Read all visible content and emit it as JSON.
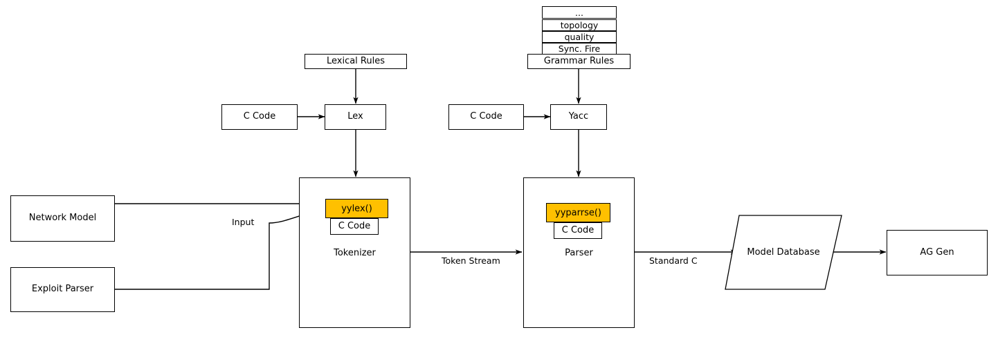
{
  "diagram": {
    "title": "Lex/Yacc based network model tokenizer and parser pipeline",
    "accent_color": "#FFC000",
    "line_color": "#000000",
    "background": "#FFFFFF"
  },
  "stack": {
    "items": [
      {
        "label": "..."
      },
      {
        "label": "topology"
      },
      {
        "label": "quality"
      },
      {
        "label": "Sync. Fire"
      }
    ]
  },
  "nodes": {
    "lexical_rules": {
      "label": "Lexical Rules"
    },
    "grammar_rules": {
      "label": "Grammar Rules"
    },
    "c_code_lex": {
      "label": "C Code"
    },
    "c_code_yacc": {
      "label": "C Code"
    },
    "lex": {
      "label": "Lex"
    },
    "yacc": {
      "label": "Yacc"
    },
    "network_model": {
      "label": "Network Model"
    },
    "exploit_parser": {
      "label": "Exploit Parser"
    },
    "tokenizer": {
      "label": "Tokenizer"
    },
    "parser": {
      "label": "Parser"
    },
    "yylex": {
      "label": "yylex()"
    },
    "yylex_c_code": {
      "label": "C Code"
    },
    "yyparse": {
      "label": "yyparrse()"
    },
    "yyparse_c_code": {
      "label": "C Code"
    },
    "model_database": {
      "label": "Model Database"
    },
    "ag_gen": {
      "label": "AG Gen"
    }
  },
  "edges": {
    "input": {
      "label": "Input"
    },
    "token_stream": {
      "label": "Token Stream"
    },
    "standard_c": {
      "label": "Standard C"
    }
  }
}
